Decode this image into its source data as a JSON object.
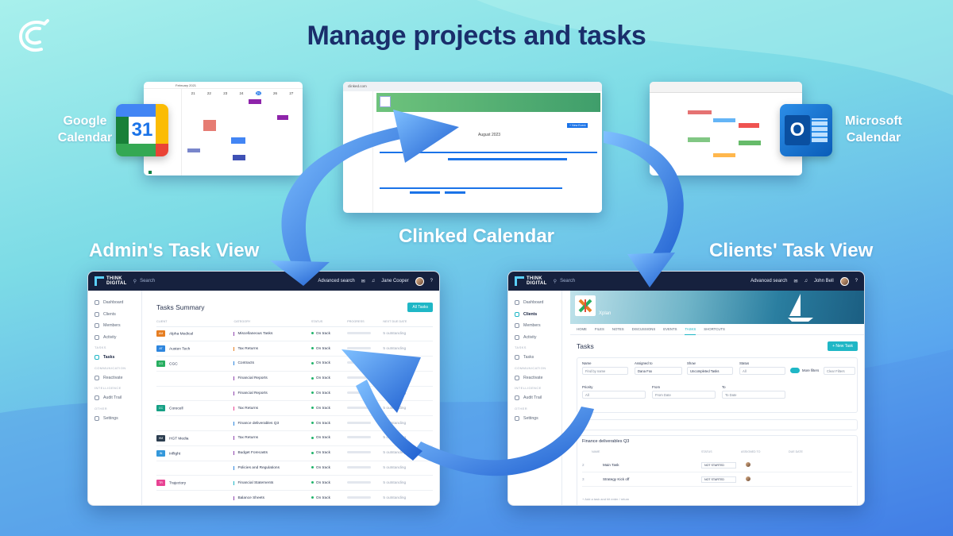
{
  "headline": "Manage projects and tasks",
  "labels": {
    "google_calendar": [
      "Google",
      "Calendar"
    ],
    "microsoft_calendar": [
      "Microsoft",
      "Calendar"
    ],
    "clinked_calendar": "Clinked Calendar",
    "admin_view": "Admin's Task View",
    "client_view": "Clients' Task View"
  },
  "google_icon_text": "31",
  "outlook_icon_text": "O",
  "google_shot": {
    "month": "February 2021",
    "day_numbers": [
      "21",
      "22",
      "23",
      "24",
      "25",
      "26",
      "27"
    ]
  },
  "clinked_shot": {
    "url": "clinked.com",
    "month": "August 2023",
    "new_event": "+ New Event"
  },
  "admin": {
    "brand": [
      "THINK",
      "DIGITAL"
    ],
    "search": "Search",
    "advanced": "Advanced search",
    "user": "Jane Cooper",
    "sidebar": [
      {
        "label": "Dashboard"
      },
      {
        "label": "Clients"
      },
      {
        "label": "Members"
      },
      {
        "label": "Activity"
      },
      {
        "section": "TASKS"
      },
      {
        "label": "Tasks",
        "active": true
      },
      {
        "section": "COMMUNICATION"
      },
      {
        "label": "Reactivate"
      },
      {
        "section": "INTELLIGENCE"
      },
      {
        "label": "Audit Trail"
      },
      {
        "section": "OTHER"
      },
      {
        "label": "Settings"
      }
    ],
    "page_title": "Tasks Summary",
    "all_tasks": "All Tasks",
    "columns": [
      "CLIENT",
      "CATEGORY",
      "STATUS",
      "PROGRESS",
      "NEXT DUE DATE"
    ],
    "rows": [
      {
        "client": "Alpha Medical",
        "badge": "AM",
        "color": "#e67e22",
        "category": "Miscellaneous Tasks",
        "status": "On track",
        "due": "5 outstanding"
      },
      {
        "client": "Austen Tech",
        "badge": "AT",
        "color": "#2e86de",
        "category": "Tax Returns",
        "status": "On track",
        "due": "5 outstanding"
      },
      {
        "client": "CGC",
        "badge": "CG",
        "color": "#27ae60",
        "category": "Contracts",
        "status": "On track",
        "due": "5 outstanding"
      },
      {
        "client": "",
        "category": "Financial Reports",
        "status": "On track",
        "due": "5 outstanding"
      },
      {
        "client": "",
        "category": "Financial Reports",
        "status": "On track",
        "due": "5 outstanding"
      },
      {
        "client": "Corecell",
        "badge": "CC",
        "color": "#16a085",
        "category": "Tax Returns",
        "status": "On track",
        "due": "5 outstanding"
      },
      {
        "client": "",
        "category": "Finance deliverables Q3",
        "status": "On track",
        "due": "5 outstanding"
      },
      {
        "client": "HGT Media",
        "badge": "HM",
        "color": "#2c3e50",
        "category": "Tax Returns",
        "status": "On track",
        "due": "5 outstanding"
      },
      {
        "client": "Inflight",
        "badge": "IN",
        "color": "#3498db",
        "category": "Budget Forecasts",
        "status": "On track",
        "due": "5 outstanding"
      },
      {
        "client": "",
        "category": "Policies and Regulations",
        "status": "On track",
        "due": "5 outstanding"
      },
      {
        "client": "Trajectory",
        "badge": "TR",
        "color": "#e84393",
        "category": "Financial Statements",
        "status": "On track",
        "due": "5 outstanding"
      },
      {
        "client": "",
        "category": "Balance Sheets",
        "status": "On track",
        "due": "5 outstanding"
      }
    ]
  },
  "client": {
    "brand": [
      "THINK",
      "DIGITAL"
    ],
    "search": "Search",
    "advanced": "Advanced search",
    "user": "John Bell",
    "sidebar": [
      {
        "label": "Dashboard"
      },
      {
        "label": "Clients",
        "active": true
      },
      {
        "label": "Members"
      },
      {
        "label": "Activity"
      },
      {
        "section": "TASKS"
      },
      {
        "label": "Tasks"
      },
      {
        "section": "COMMUNICATION"
      },
      {
        "label": "Reactivate"
      },
      {
        "section": "INTELLIGENCE"
      },
      {
        "label": "Audit Trail"
      },
      {
        "section": "OTHER"
      },
      {
        "label": "Settings"
      }
    ],
    "project_name": "Xplan",
    "tabs": [
      "HOME",
      "FILES",
      "NOTES",
      "DISCUSSIONS",
      "EVENTS",
      "TASKS",
      "SHORTCUTS"
    ],
    "active_tab": "TASKS",
    "page_title": "Tasks",
    "new_task": "+ New Task",
    "filters": {
      "name_label": "Name",
      "name_placeholder": "Find by name",
      "assigned_label": "Assigned to",
      "assigned_value": "Dana Fox",
      "show_label": "Show",
      "show_value": "Uncompleted Tasks",
      "status_label": "Status",
      "status_value": "All",
      "more_filters": "More filters",
      "clear_filters": "Clear Filters",
      "priority_label": "Priority",
      "priority_value": "All",
      "from_label": "From",
      "from_placeholder": "From Date",
      "to_label": "To",
      "to_placeholder": "To Date"
    },
    "group_title": "Finance deliverables Q3",
    "task_columns": [
      "NAME",
      "STATUS",
      "ASSIGNED TO",
      "DUE DATE"
    ],
    "tasks": [
      {
        "num": "2",
        "name": "Main Task",
        "status": "NOT STARTED"
      },
      {
        "num": "3",
        "name": "Strategy Kick off",
        "status": "NOT STARTED"
      }
    ],
    "add_task": "+ Add a task and hit enter / return"
  },
  "colors": {
    "headline": "#1a2e6b",
    "accent": "#1fb7c6",
    "topbar": "#16213e",
    "arrow": "#2f7fe0"
  }
}
